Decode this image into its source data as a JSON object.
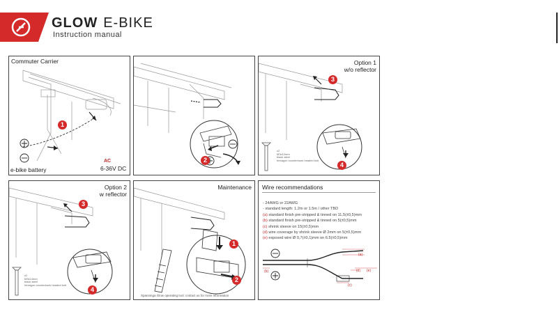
{
  "header": {
    "brand_bold": "GLOW",
    "brand_rest": "E-BIKE",
    "subtitle": "Instruction manual"
  },
  "colors": {
    "accent": "#d42a2a",
    "line": "#444444"
  },
  "panels": {
    "commuter": {
      "title": "Commuter Carrier",
      "step": "1",
      "battery_label": "e-bike battery",
      "voltage": "6-36V DC",
      "ac_mark": "AC"
    },
    "step2": {
      "step": "2"
    },
    "option1": {
      "title_line1": "Option 1",
      "title_line2": "w/o reflector",
      "step_a": "3",
      "step_b": "4",
      "screw_spec": [
        "x2",
        "M3x12mm",
        "black steel",
        "hexagon countersunk headed bolt"
      ]
    },
    "option2": {
      "title_line1": "Option 2",
      "title_line2": "w reflector",
      "step_a": "3",
      "step_b": "4",
      "screw_spec": [
        "x2",
        "M3x14mm",
        "black steel",
        "hexagon countersunk headed bolt"
      ]
    },
    "maintenance": {
      "title": "Maintenance",
      "step_a": "1",
      "step_b": "2",
      "footnote": "Spanninga Glow operating tool: contact us for more information"
    },
    "wire": {
      "title": "Wire recommendations",
      "lines": [
        {
          "prefix": "-",
          "text": " 24AWG or 22AWG"
        },
        {
          "prefix": "-",
          "text": " standard length: 1.2m or 1.5m / other TBD"
        },
        {
          "prefix": "(a)",
          "text": " standard finish pre-stripped & tinned on 11,5(±0,5)mm"
        },
        {
          "prefix": "(b)",
          "text": " standard finish pre-stripped & tinned on 5(±0,5)mm"
        },
        {
          "prefix": "(c)",
          "text": " shrink sleeve on 15(±0,5)mm"
        },
        {
          "prefix": "(d)",
          "text": " wire coverage by shrink sleeve Ø 2mm on 5(±0,5)mm"
        },
        {
          "prefix": "(e)",
          "text": " exposed wire Ø 0,7(±0,1)mm on 6.5(±0,5)mm"
        }
      ],
      "tags": {
        "a": "(a)",
        "b": "(b)",
        "c": "(c)",
        "d": "(d)",
        "e": "(e)"
      }
    }
  }
}
